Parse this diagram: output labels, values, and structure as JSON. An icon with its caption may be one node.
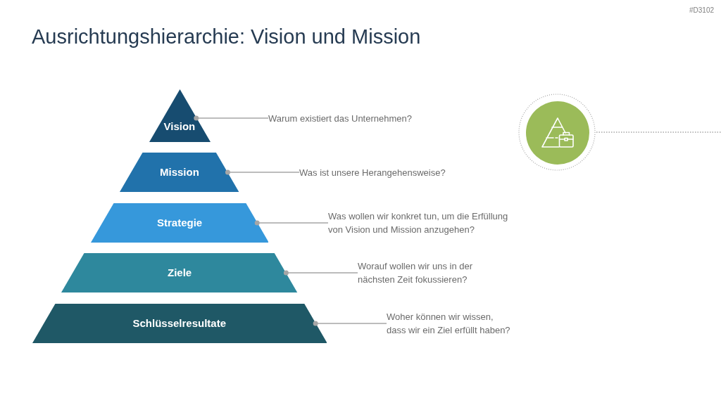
{
  "diagram": {
    "title": "Ausrichtungshierarchie: Vision und Mission",
    "nodes": [
      {
        "text": [
          "Vision"
        ]
      },
      {
        "text": [
          "Mission"
        ]
      },
      {
        "text": [
          "Strategie"
        ]
      },
      {
        "text": [
          "Ziele"
        ]
      },
      {
        "text": [
          "Schlüsselresultate"
        ]
      },
      {
        "text": [
          "Warum existiert das Unternehmen?"
        ]
      },
      {
        "text": [
          "Was ist unsere Herangehensweise?"
        ]
      },
      {
        "text": [
          "Was wollen wir konkret tun, um die Erfüllung von Vision und Mission anzugehen?"
        ]
      },
      {
        "text": [
          "Worauf wollen wir uns in der nächsten Zeit fokussieren?"
        ]
      },
      {
        "text": [
          "Woher können wir wissen, dass wir ein Ziel erfüllt haben?"
        ]
      },
      {
        "text": [],
        "shape": "circle"
      }
    ],
    "edges": [
      {
        "from": 5,
        "to": 0,
        "arrow": "other"
      },
      {
        "from": 6,
        "to": 1,
        "arrow": "other"
      },
      {
        "from": 7,
        "to": 2,
        "arrow": "other"
      },
      {
        "from": 8,
        "to": 3,
        "arrow": "other"
      },
      {
        "from": 9,
        "to": 4,
        "arrow": "other"
      },
      {
        "from": 10,
        "to": null,
        "arrow": "none",
        "style": "dashed"
      }
    ],
    "labels": [
      "#D3102"
    ]
  }
}
